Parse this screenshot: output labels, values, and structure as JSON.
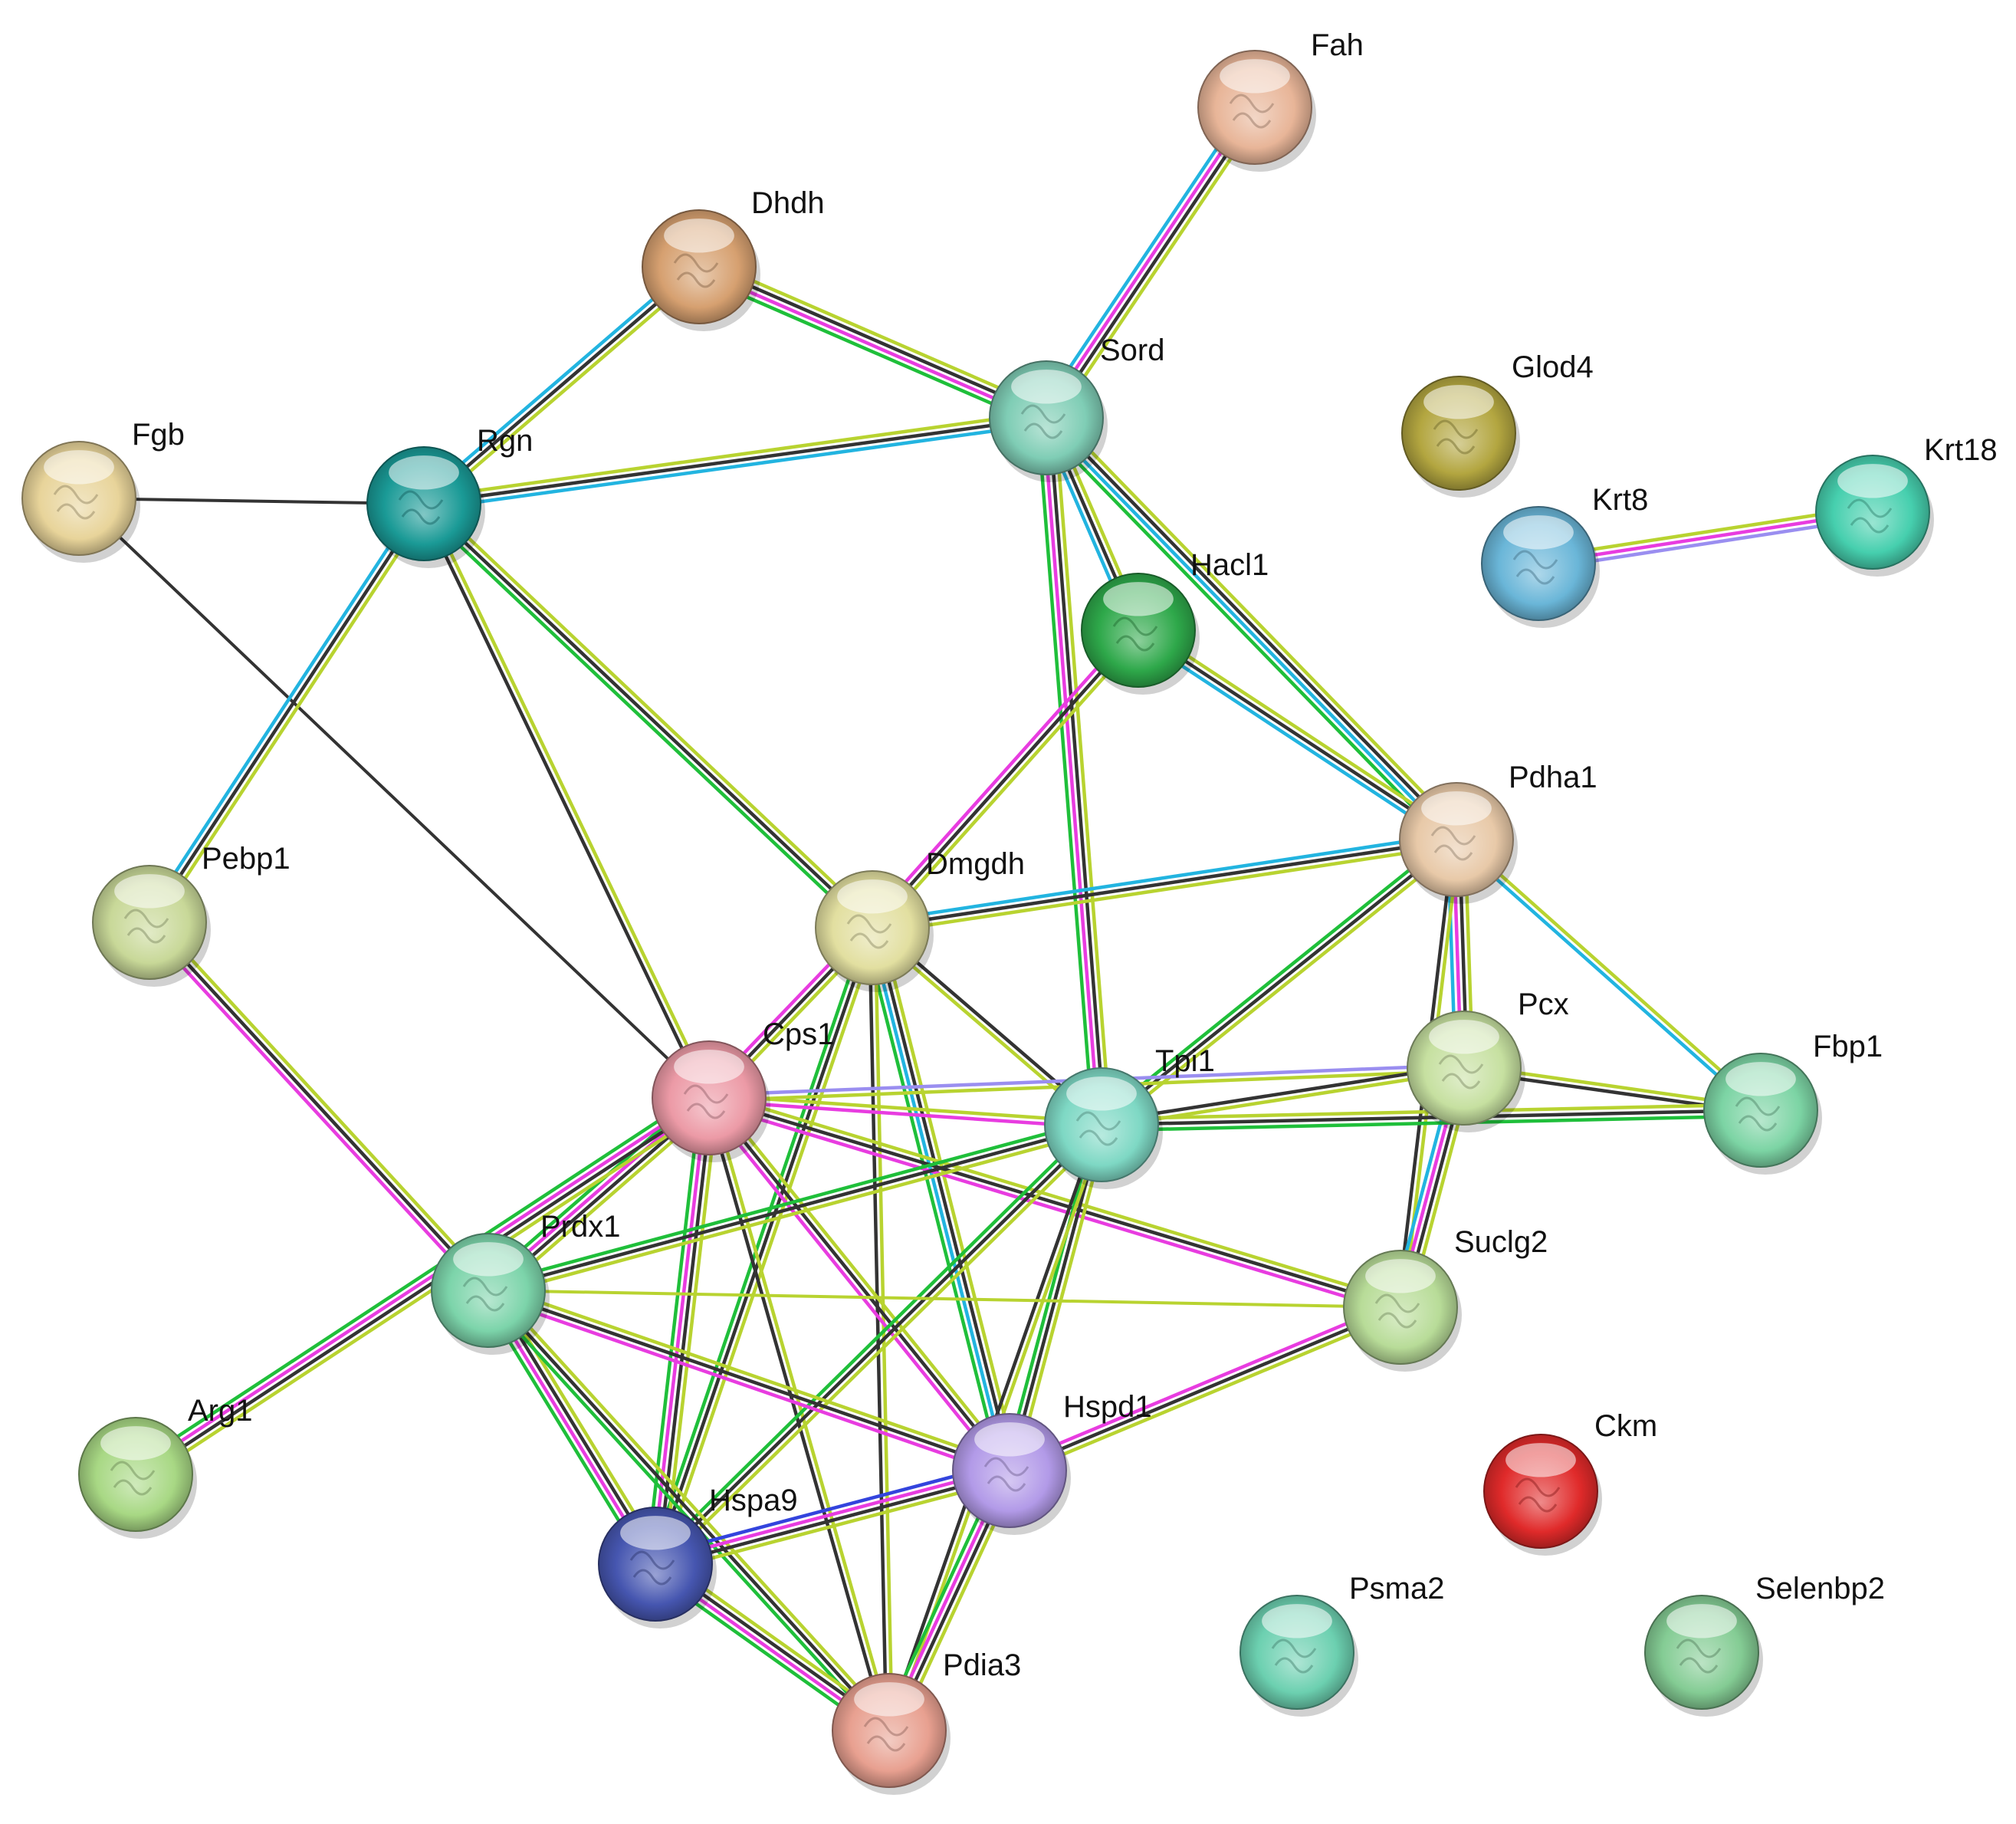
{
  "diagram": {
    "type": "protein-interaction-network",
    "nodes": [
      {
        "id": "fah",
        "label": "Fah",
        "color": "#e8b598"
      },
      {
        "id": "dhdh",
        "label": "Dhdh",
        "color": "#d6a070"
      },
      {
        "id": "sord",
        "label": "Sord",
        "color": "#7fcdb5"
      },
      {
        "id": "glod4",
        "label": "Glod4",
        "color": "#b3a640"
      },
      {
        "id": "krt18",
        "label": "Krt18",
        "color": "#46cfae"
      },
      {
        "id": "krt8",
        "label": "Krt8",
        "color": "#6ab6d8"
      },
      {
        "id": "fgb",
        "label": "Fgb",
        "color": "#e8d49a"
      },
      {
        "id": "rgn",
        "label": "Rgn",
        "color": "#1a9a96"
      },
      {
        "id": "hacl1",
        "label": "Hacl1",
        "color": "#2ea84a"
      },
      {
        "id": "pdha1",
        "label": "Pdha1",
        "color": "#e8c9a8"
      },
      {
        "id": "pebp1",
        "label": "Pebp1",
        "color": "#c8d898"
      },
      {
        "id": "dmgdh",
        "label": "Dmgdh",
        "color": "#e2dfa0"
      },
      {
        "id": "pcx",
        "label": "Pcx",
        "color": "#c6e0a0"
      },
      {
        "id": "cps1",
        "label": "Cps1",
        "color": "#ec9aa6"
      },
      {
        "id": "tpi1",
        "label": "Tpi1",
        "color": "#7ed8c4"
      },
      {
        "id": "fbp1",
        "label": "Fbp1",
        "color": "#7cd4a4"
      },
      {
        "id": "prdx1",
        "label": "Prdx1",
        "color": "#7cd4aa"
      },
      {
        "id": "suclg2",
        "label": "Suclg2",
        "color": "#b8dc98"
      },
      {
        "id": "arg1",
        "label": "Arg1",
        "color": "#a8d884"
      },
      {
        "id": "hspd1",
        "label": "Hspd1",
        "color": "#b29ae8"
      },
      {
        "id": "ckm",
        "label": "Ckm",
        "color": "#e02a2a"
      },
      {
        "id": "hspa9",
        "label": "Hspa9",
        "color": "#4656b0"
      },
      {
        "id": "psma2",
        "label": "Psma2",
        "color": "#6cd0b0"
      },
      {
        "id": "selenbp2",
        "label": "Selenbp2",
        "color": "#84cc94"
      },
      {
        "id": "pdia3",
        "label": "Pdia3",
        "color": "#e8a090"
      }
    ],
    "edge_colors": {
      "black": "#333333",
      "yellow_green": "#b8d330",
      "magenta": "#e83ce0",
      "cyan": "#22b4e0",
      "green": "#1fbf3a",
      "blue": "#3344dd",
      "lavender": "#9a8ef0"
    },
    "edges": [
      {
        "source": "fah",
        "target": "sord",
        "types": [
          "yellow_green",
          "black",
          "magenta",
          "cyan"
        ]
      },
      {
        "source": "dhdh",
        "target": "sord",
        "types": [
          "yellow_green",
          "black",
          "magenta",
          "green"
        ]
      },
      {
        "source": "dhdh",
        "target": "rgn",
        "types": [
          "yellow_green",
          "black",
          "cyan"
        ]
      },
      {
        "source": "rgn",
        "target": "sord",
        "types": [
          "yellow_green",
          "black",
          "cyan"
        ]
      },
      {
        "source": "fgb",
        "target": "rgn",
        "types": [
          "black"
        ]
      },
      {
        "source": "fgb",
        "target": "cps1",
        "types": [
          "black"
        ]
      },
      {
        "source": "rgn",
        "target": "pebp1",
        "types": [
          "yellow_green",
          "black",
          "cyan"
        ]
      },
      {
        "source": "rgn",
        "target": "cps1",
        "types": [
          "yellow_green",
          "black"
        ]
      },
      {
        "source": "rgn",
        "target": "dmgdh",
        "types": [
          "yellow_green",
          "black",
          "green"
        ]
      },
      {
        "source": "sord",
        "target": "hacl1",
        "types": [
          "yellow_green",
          "black",
          "cyan"
        ]
      },
      {
        "source": "sord",
        "target": "pdha1",
        "types": [
          "yellow_green",
          "black",
          "cyan",
          "green"
        ]
      },
      {
        "source": "sord",
        "target": "tpi1",
        "types": [
          "yellow_green",
          "black",
          "magenta",
          "green"
        ]
      },
      {
        "source": "krt8",
        "target": "krt18",
        "types": [
          "yellow_green",
          "magenta",
          "lavender"
        ]
      },
      {
        "source": "hacl1",
        "target": "pdha1",
        "types": [
          "yellow_green",
          "black",
          "cyan"
        ]
      },
      {
        "source": "hacl1",
        "target": "dmgdh",
        "types": [
          "yellow_green",
          "black",
          "magenta"
        ]
      },
      {
        "source": "pdha1",
        "target": "dmgdh",
        "types": [
          "yellow_green",
          "black",
          "cyan"
        ]
      },
      {
        "source": "pdha1",
        "target": "tpi1",
        "types": [
          "yellow_green",
          "black",
          "green"
        ]
      },
      {
        "source": "pdha1",
        "target": "pcx",
        "types": [
          "yellow_green",
          "black",
          "magenta",
          "cyan"
        ]
      },
      {
        "source": "pdha1",
        "target": "fbp1",
        "types": [
          "yellow_green",
          "cyan"
        ]
      },
      {
        "source": "pdha1",
        "target": "suclg2",
        "types": [
          "yellow_green",
          "black"
        ]
      },
      {
        "source": "pebp1",
        "target": "prdx1",
        "types": [
          "yellow_green",
          "black",
          "magenta"
        ]
      },
      {
        "source": "dmgdh",
        "target": "cps1",
        "types": [
          "yellow_green",
          "black",
          "magenta"
        ]
      },
      {
        "source": "dmgdh",
        "target": "tpi1",
        "types": [
          "black",
          "yellow_green"
        ]
      },
      {
        "source": "dmgdh",
        "target": "hspd1",
        "types": [
          "yellow_green",
          "black",
          "cyan",
          "green"
        ]
      },
      {
        "source": "dmgdh",
        "target": "hspa9",
        "types": [
          "yellow_green",
          "black",
          "green"
        ]
      },
      {
        "source": "dmgdh",
        "target": "pdia3",
        "types": [
          "yellow_green",
          "black"
        ]
      },
      {
        "source": "pcx",
        "target": "cps1",
        "types": [
          "yellow_green",
          "lavender"
        ]
      },
      {
        "source": "pcx",
        "target": "tpi1",
        "types": [
          "yellow_green",
          "black"
        ]
      },
      {
        "source": "pcx",
        "target": "fbp1",
        "types": [
          "yellow_green",
          "black"
        ]
      },
      {
        "source": "pcx",
        "target": "suclg2",
        "types": [
          "yellow_green",
          "black",
          "magenta",
          "cyan"
        ]
      },
      {
        "source": "cps1",
        "target": "tpi1",
        "types": [
          "yellow_green",
          "magenta"
        ]
      },
      {
        "source": "cps1",
        "target": "prdx1",
        "types": [
          "yellow_green",
          "black",
          "magenta",
          "green"
        ]
      },
      {
        "source": "cps1",
        "target": "suclg2",
        "types": [
          "yellow_green",
          "black",
          "magenta"
        ]
      },
      {
        "source": "cps1",
        "target": "hspd1",
        "types": [
          "yellow_green",
          "black",
          "magenta"
        ]
      },
      {
        "source": "cps1",
        "target": "hspa9",
        "types": [
          "yellow_green",
          "black",
          "magenta",
          "green"
        ]
      },
      {
        "source": "cps1",
        "target": "pdia3",
        "types": [
          "yellow_green",
          "black"
        ]
      },
      {
        "source": "cps1",
        "target": "arg1",
        "types": [
          "yellow_green",
          "black",
          "magenta",
          "green"
        ]
      },
      {
        "source": "tpi1",
        "target": "fbp1",
        "types": [
          "yellow_green",
          "black",
          "green"
        ]
      },
      {
        "source": "tpi1",
        "target": "prdx1",
        "types": [
          "yellow_green",
          "black",
          "green"
        ]
      },
      {
        "source": "tpi1",
        "target": "hspd1",
        "types": [
          "yellow_green",
          "black",
          "green"
        ]
      },
      {
        "source": "tpi1",
        "target": "hspa9",
        "types": [
          "yellow_green",
          "black",
          "green"
        ]
      },
      {
        "source": "tpi1",
        "target": "pdia3",
        "types": [
          "yellow_green",
          "black"
        ]
      },
      {
        "source": "prdx1",
        "target": "suclg2",
        "types": [
          "yellow_green"
        ]
      },
      {
        "source": "prdx1",
        "target": "hspd1",
        "types": [
          "yellow_green",
          "black",
          "magenta"
        ]
      },
      {
        "source": "prdx1",
        "target": "hspa9",
        "types": [
          "yellow_green",
          "black",
          "magenta",
          "green"
        ]
      },
      {
        "source": "prdx1",
        "target": "pdia3",
        "types": [
          "yellow_green",
          "black",
          "green"
        ]
      },
      {
        "source": "suclg2",
        "target": "hspd1",
        "types": [
          "yellow_green",
          "black",
          "magenta"
        ]
      },
      {
        "source": "hspd1",
        "target": "hspa9",
        "types": [
          "yellow_green",
          "black",
          "magenta",
          "blue"
        ]
      },
      {
        "source": "hspd1",
        "target": "pdia3",
        "types": [
          "yellow_green",
          "black",
          "magenta",
          "green"
        ]
      },
      {
        "source": "hspa9",
        "target": "pdia3",
        "types": [
          "yellow_green",
          "black",
          "magenta",
          "green"
        ]
      }
    ]
  }
}
